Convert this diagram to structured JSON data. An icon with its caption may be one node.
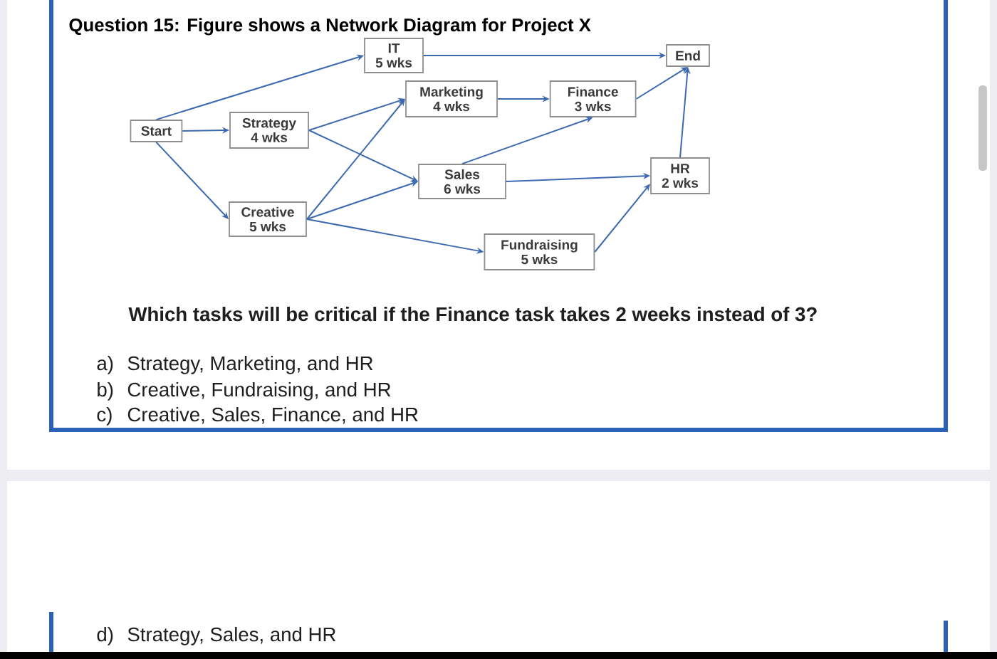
{
  "diagram": {
    "title": "Question 15: Figure shows a Network Diagram for Project X",
    "nodes": [
      {
        "text": [
          "IT",
          "5 wks"
        ]
      },
      {
        "text": [
          "End"
        ]
      },
      {
        "text": [
          "Marketing",
          "4 wks"
        ]
      },
      {
        "text": [
          "Finance",
          "3 wks"
        ]
      },
      {
        "text": [
          "Start"
        ]
      },
      {
        "text": [
          "Strategy",
          "4 wks"
        ]
      },
      {
        "text": [
          "Sales",
          "6 wks"
        ]
      },
      {
        "text": [
          "HR",
          "2 wks"
        ]
      },
      {
        "text": [
          "Creative",
          "5 wks"
        ]
      },
      {
        "text": [
          "Fundraising",
          "5 wks"
        ]
      }
    ],
    "edges": [
      {
        "from": 4,
        "to": 0,
        "arrow": "to"
      },
      {
        "from": 4,
        "to": 5,
        "arrow": "to"
      },
      {
        "from": 4,
        "to": 8,
        "arrow": "to"
      },
      {
        "from": 0,
        "to": 1,
        "arrow": "to"
      },
      {
        "from": 5,
        "to": 2,
        "arrow": "to"
      },
      {
        "from": 5,
        "to": 6,
        "arrow": "to"
      },
      {
        "from": 8,
        "to": 2,
        "arrow": "to"
      },
      {
        "from": 8,
        "to": 6,
        "arrow": "to"
      },
      {
        "from": 8,
        "to": 9,
        "arrow": "to"
      },
      {
        "from": 2,
        "to": 3,
        "arrow": "to"
      },
      {
        "from": 6,
        "to": 3,
        "arrow": "to"
      },
      {
        "from": 6,
        "to": 7,
        "arrow": "to"
      },
      {
        "from": 3,
        "to": 1,
        "arrow": "to"
      },
      {
        "from": 7,
        "to": 1,
        "arrow": "to"
      },
      {
        "from": 9,
        "to": 7,
        "arrow": "to"
      }
    ],
    "labels": [
      "Which tasks will be critical if the Finance task takes 2 weeks instead of 3?",
      "a)",
      "Strategy, Marketing, and HR",
      "b)",
      "Creative, Fundraising, and HR",
      "c)",
      "Creative, Sales, Finance, and HR",
      "d)",
      "Strategy, Sales, and HR"
    ]
  }
}
